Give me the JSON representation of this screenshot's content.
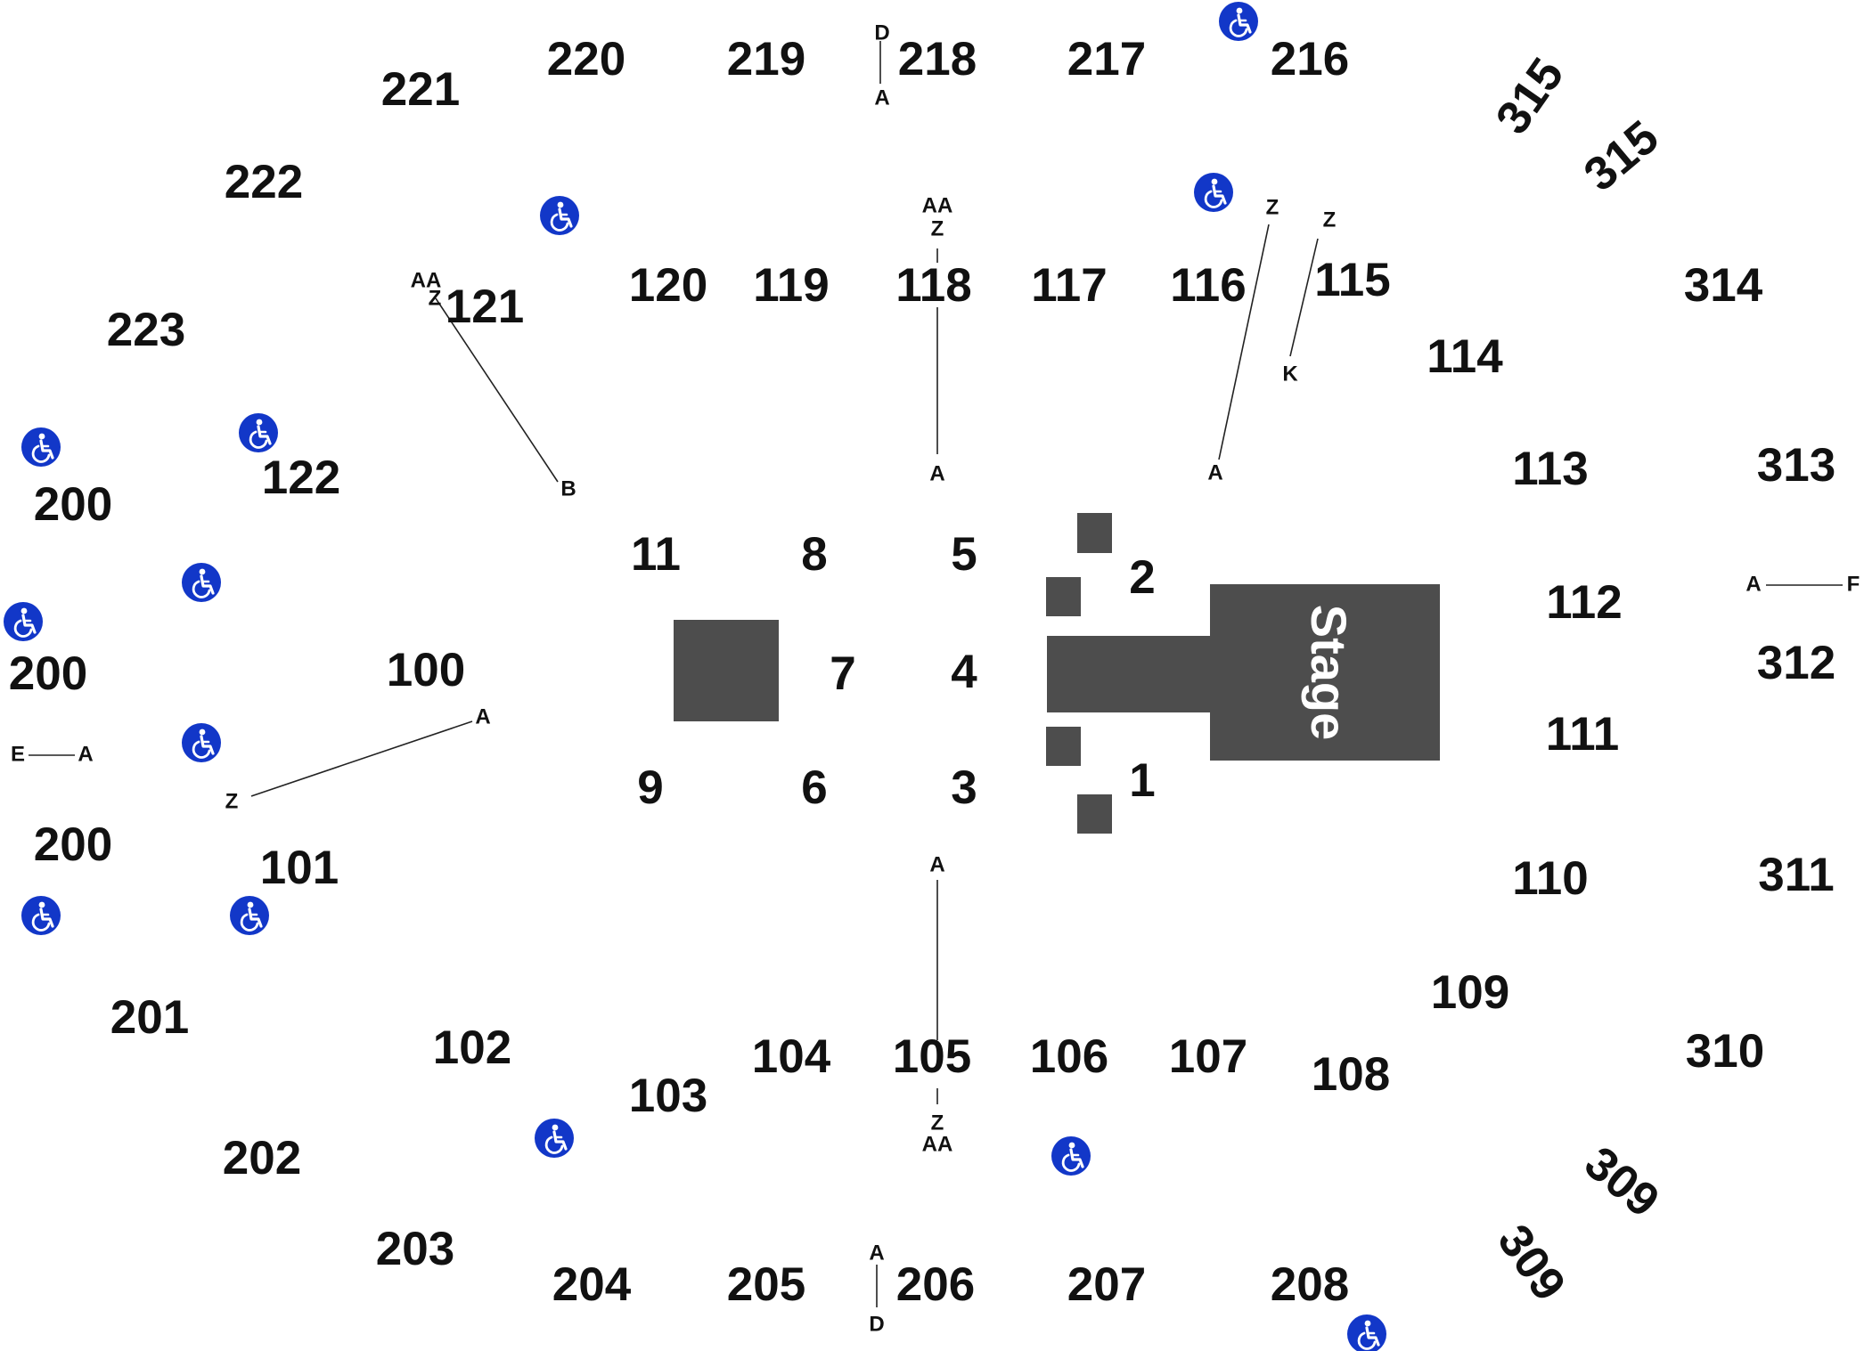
{
  "colors": {
    "background": "#ffffff",
    "text": "#111111",
    "stage_fill": "#4d4d4d",
    "accessible_icon": "#1237c8"
  },
  "stage": {
    "label": "Stage"
  },
  "icons": {
    "accessible": "wheelchair-icon"
  },
  "sections": {
    "s216": "216",
    "s217": "217",
    "s218": "218",
    "s219": "219",
    "s220": "220",
    "s221": "221",
    "s222": "222",
    "s223": "223",
    "s200a": "200",
    "s200b": "200",
    "s200c": "200",
    "s201": "201",
    "s202": "202",
    "s203": "203",
    "s204": "204",
    "s205": "205",
    "s206": "206",
    "s207": "207",
    "s208": "208",
    "s315a": "315",
    "s315b": "315",
    "s314": "314",
    "s313": "313",
    "s312": "312",
    "s311": "311",
    "s310": "310",
    "s309a": "309",
    "s309b": "309",
    "s120": "120",
    "s119": "119",
    "s118": "118",
    "s117": "117",
    "s116": "116",
    "s115": "115",
    "s114": "114",
    "s113": "113",
    "s112": "112",
    "s111": "111",
    "s110": "110",
    "s109": "109",
    "s108": "108",
    "s107": "107",
    "s106": "106",
    "s105": "105",
    "s104": "104",
    "s103": "103",
    "s102": "102",
    "s101": "101",
    "s100": "100",
    "s121": "121",
    "s122": "122",
    "f1": "1",
    "f2": "2",
    "f3": "3",
    "f4": "4",
    "f5": "5",
    "f6": "6",
    "f7": "7",
    "f8": "8",
    "f9": "9",
    "f11": "11"
  },
  "rows": {
    "r218_top": "D",
    "r218_bottom": "A",
    "r206_top": "A",
    "r206_bottom": "D",
    "r118_aa": "AA",
    "r118_z": "Z",
    "r118_a": "A",
    "r105_a": "A",
    "r105_z": "Z",
    "r105_aa": "AA",
    "r121_aa": "AA",
    "r121_z": "Z",
    "r121_b": "B",
    "r116_z": "Z",
    "r116_a": "A",
    "r115_z": "Z",
    "r115_k": "K",
    "r100_a": "A",
    "r100_z": "Z",
    "r200_e": "E",
    "r200_a": "A",
    "r312_a": "A",
    "r312_f": "F"
  }
}
